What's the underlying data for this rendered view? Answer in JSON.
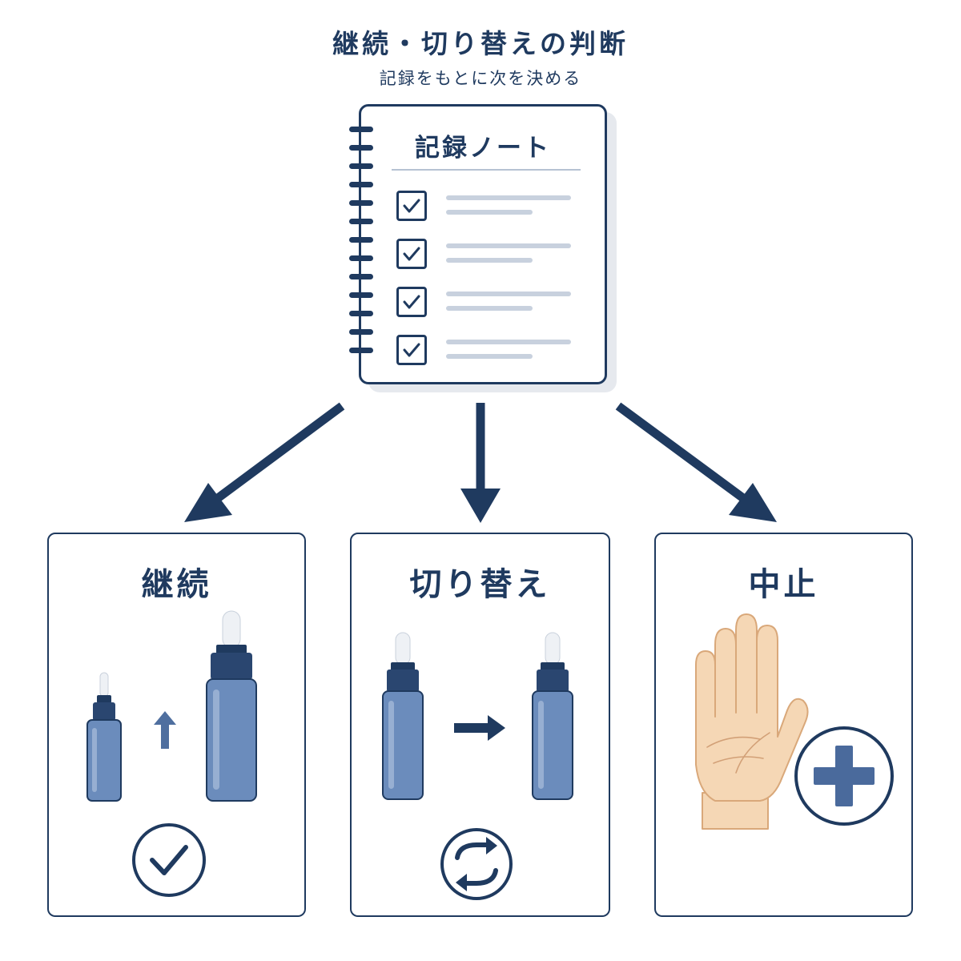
{
  "header": {
    "title": "継続・切り替えの判断",
    "subtitle": "記録をもとに次を決める"
  },
  "notebook": {
    "title": "記録ノート",
    "checklist_count": 4
  },
  "options": [
    {
      "label": "継続",
      "icon": "check-circle-icon"
    },
    {
      "label": "切り替え",
      "icon": "swap-circle-icon"
    },
    {
      "label": "中止",
      "icon": "stop-hand-icon"
    }
  ],
  "colors": {
    "primary": "#1f3a5f",
    "bottle": "#6b8cbc",
    "arrow": "#3b5a86",
    "cross": "#4a6a9c",
    "skin": "#f5d7b5"
  }
}
